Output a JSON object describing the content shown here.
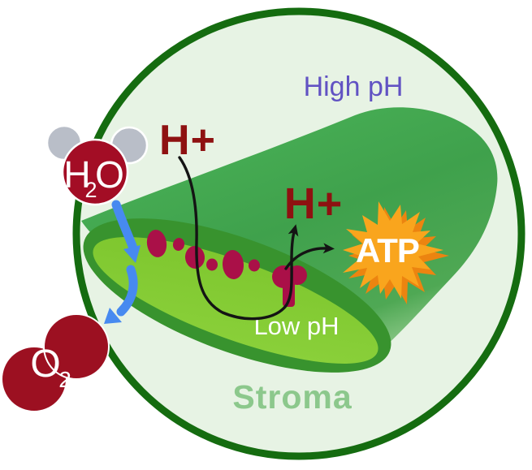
{
  "diagram": {
    "labels": {
      "high_ph": "High pH",
      "low_ph": "Low pH",
      "stroma": "Stroma",
      "h_plus_membrane": "H+",
      "h_plus_synthase": "H+",
      "atp": "ATP"
    },
    "molecules": {
      "water": {
        "element1": "H",
        "subscript": "2",
        "element2": "O"
      },
      "oxygen": {
        "element": "O",
        "subscript": "2"
      }
    },
    "colors": {
      "chloroplast_border": "#156c10",
      "stroma_fill": "#e7f3e4",
      "thylakoid_body_top": "#4ab257",
      "thylakoid_body_mid": "#3fa14c",
      "thylakoid_body_fade": "#b2dda8",
      "membrane_band": "#38932e",
      "lumen_fill": "#82ca32",
      "protein_crimson": "#aa1048",
      "h_plus_text": "#8e1111",
      "high_ph_text": "#6152c3",
      "stroma_text": "#8cc88c",
      "low_ph_text": "#ffffff",
      "atp_star": "#f9a51d",
      "atp_star_shadow": "#ec8410",
      "water_red": "#a30d25",
      "oxygen_red": "#9c1021",
      "hydrogen_gray": "#b9bec8",
      "flow_arrow_blue": "#478af0",
      "proton_path_black": "#141414"
    }
  }
}
